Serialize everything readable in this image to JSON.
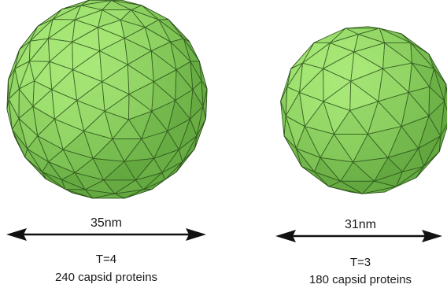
{
  "figure": {
    "colors": {
      "background": "#ffffff",
      "capsid_fill": "#7cc756",
      "capsid_stroke": "#2a4d1a",
      "arrow": "#111111",
      "text": "#1a1a1a"
    },
    "panels": [
      {
        "id": "t4",
        "diameter": "35nm",
        "triangulation": "T=4",
        "proteins": "240 capsid proteins",
        "capsid_icon": "icosahedral-capsid-large"
      },
      {
        "id": "t3",
        "diameter": "31nm",
        "triangulation": "T=3",
        "proteins": "180 capsid proteins",
        "capsid_icon": "icosahedral-capsid-small"
      }
    ]
  }
}
